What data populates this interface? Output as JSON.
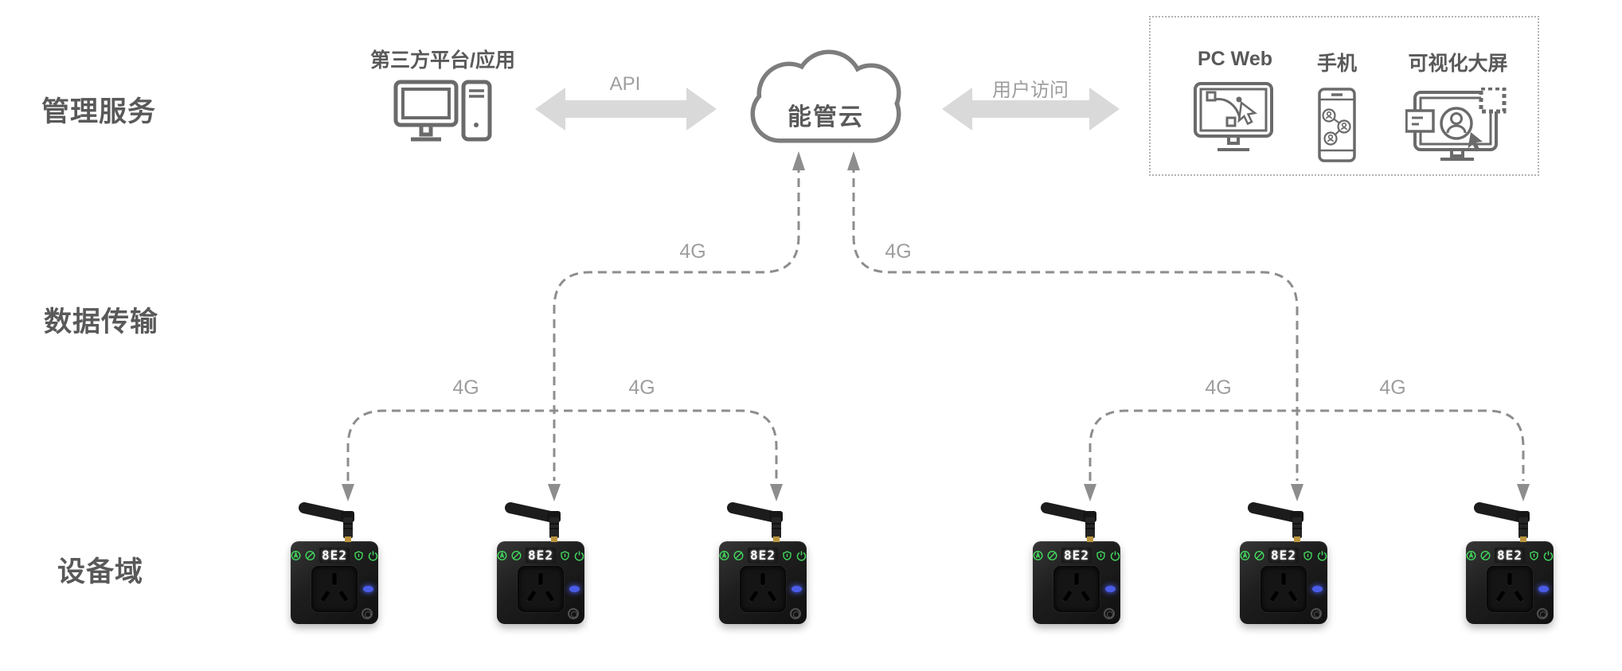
{
  "layers": {
    "management": {
      "label": "管理服务"
    },
    "transmission": {
      "label": "数据传输"
    },
    "device_domain": {
      "label": "设备域"
    }
  },
  "third_party": {
    "label": "第三方平台/应用",
    "icon": "desktop-computer-icon"
  },
  "cloud": {
    "label": "能管云",
    "icon": "cloud-icon"
  },
  "connections": {
    "api_label": "API",
    "user_access_label": "用户访问",
    "network_label": "4G",
    "network_link_count": 6
  },
  "access_terminals": {
    "items": [
      {
        "label": "PC Web",
        "icon": "pc-web-monitor-icon"
      },
      {
        "label": "手机",
        "icon": "mobile-phone-icon"
      },
      {
        "label": "可视化大屏",
        "icon": "dashboard-screen-icon"
      }
    ]
  },
  "device": {
    "display_value": "8E2",
    "count": 6,
    "status_icons": [
      "auto-icon",
      "eco-leaf-icon",
      "seven-segment-display",
      "shield-icon",
      "power-icon"
    ],
    "parts": [
      "antenna",
      "socket-outlet",
      "status-light",
      "device-button"
    ]
  },
  "colors": {
    "dashed_line_gray": "#8d8d8d",
    "big_arrow_gray": "#d9d9d9",
    "dark_text": "#595959",
    "light_text": "#9e9e9e",
    "icon_stroke": "#6a6a6a",
    "device_green": "#42d95e",
    "indicator_blue": "#4a5ce8",
    "display_white": "#ffffff"
  }
}
